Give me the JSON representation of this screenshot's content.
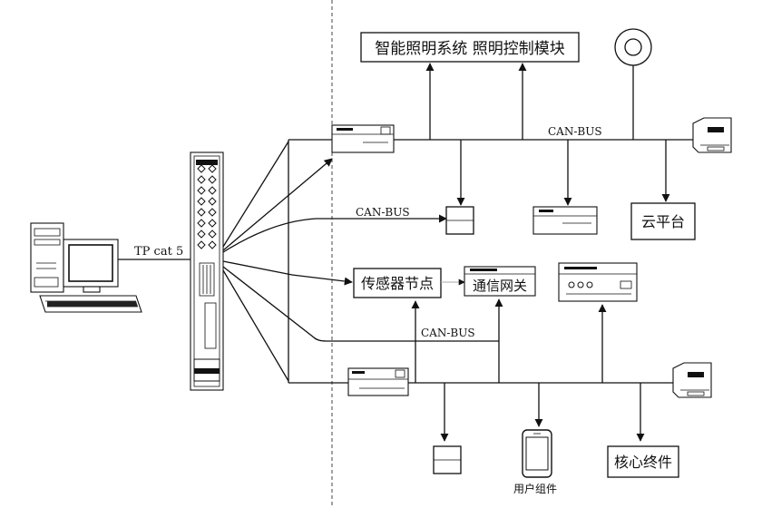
{
  "labels": {
    "top_module": "智能照明系统 照明控制模块",
    "can_bus_top": "CAN-BUS",
    "can_bus_mid": "CAN-BUS",
    "can_bus_low": "CAN-BUS",
    "tp_cat": "TP cat 5",
    "sensor_node": "传感器节点",
    "gateway": "通信网关",
    "cloud": "云平台",
    "core": "核心终件",
    "user": "用户组件"
  }
}
